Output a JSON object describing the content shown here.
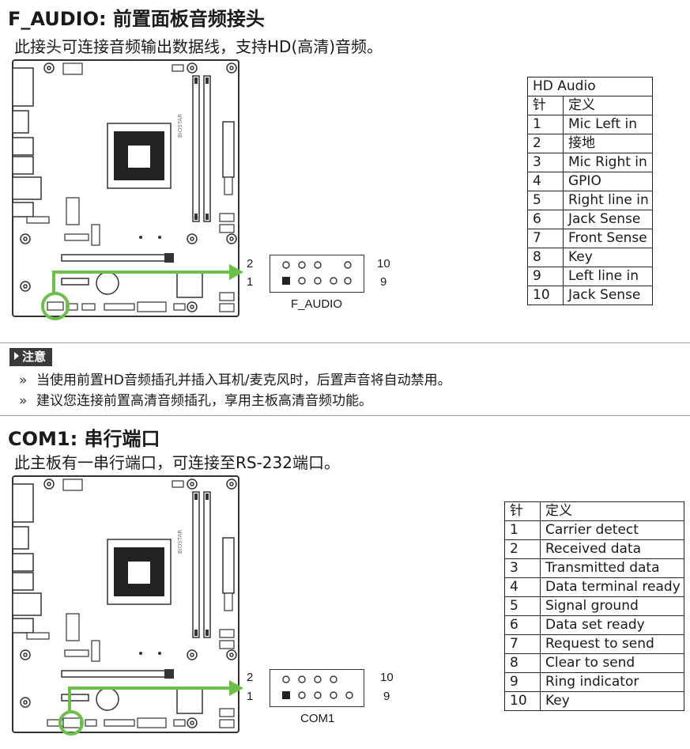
{
  "faudio": {
    "title": "F_AUDIO: 前置面板音频接头",
    "subtitle": "此接头可连接音频输出数据线，支持HD(高清)音频。",
    "table_title": "HD Audio",
    "col_pin": "针",
    "col_def": "定义",
    "rows": [
      {
        "pin": "1",
        "def": "Mic Left in"
      },
      {
        "pin": "2",
        "def": "接地"
      },
      {
        "pin": "3",
        "def": "Mic Right in"
      },
      {
        "pin": "4",
        "def": "GPIO"
      },
      {
        "pin": "5",
        "def": "Right line in"
      },
      {
        "pin": "6",
        "def": "Jack Sense"
      },
      {
        "pin": "7",
        "def": "Front Sense"
      },
      {
        "pin": "8",
        "def": "Key"
      },
      {
        "pin": "9",
        "def": "Left line in"
      },
      {
        "pin": "10",
        "def": "Jack Sense"
      }
    ],
    "header_name": "F_AUDIO",
    "pin_labels": {
      "tl": "2",
      "bl": "1",
      "tr": "10",
      "br": "9"
    }
  },
  "note": {
    "label": "注意",
    "bullet_mark": "»",
    "items": [
      "当使用前置HD音频插孔并插入耳机/麦克风时，后置声音将自动禁用。",
      "建议您连接前置高清音频插孔，享用主板高清音频功能。"
    ]
  },
  "com1": {
    "title": "COM1: 串行端口",
    "subtitle": "此主板有一串行端口，可连接至RS-232端口。",
    "col_pin": "针",
    "col_def": "定义",
    "rows": [
      {
        "pin": "1",
        "def": "Carrier detect"
      },
      {
        "pin": "2",
        "def": "Received data"
      },
      {
        "pin": "3",
        "def": "Transmitted data"
      },
      {
        "pin": "4",
        "def": "Data terminal ready"
      },
      {
        "pin": "5",
        "def": "Signal ground"
      },
      {
        "pin": "6",
        "def": "Data set ready"
      },
      {
        "pin": "7",
        "def": "Request to send"
      },
      {
        "pin": "8",
        "def": "Clear to send"
      },
      {
        "pin": "9",
        "def": "Ring indicator"
      },
      {
        "pin": "10",
        "def": "Key"
      }
    ],
    "header_name": "COM1",
    "pin_labels": {
      "tl": "2",
      "bl": "1",
      "tr": "10",
      "br": "9"
    }
  },
  "board": {
    "brand_text": "BIOSTAR",
    "highlight_color": "#6cc04a"
  }
}
